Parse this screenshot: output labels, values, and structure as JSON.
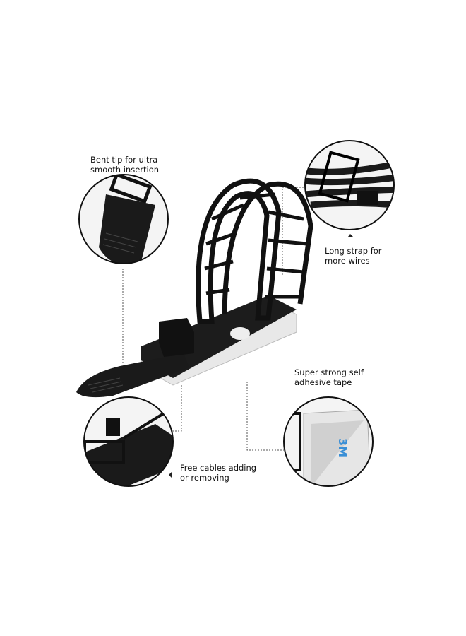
{
  "callouts": {
    "bent_tip": {
      "line1": "Bent tip for ultra",
      "line2": "smooth insertion"
    },
    "long_strap": {
      "line1": "Long strap for",
      "line2": "more wires"
    },
    "adhesive": {
      "line1": "Super strong self",
      "line2": "adhesive tape"
    },
    "free_cables": {
      "line1": "Free cables adding",
      "line2": "or removing"
    }
  },
  "colors": {
    "product": "#1a1a1a",
    "tape": "#e8e8e8",
    "leader_line": "#555555",
    "tape_print": "#3a8fd6"
  }
}
